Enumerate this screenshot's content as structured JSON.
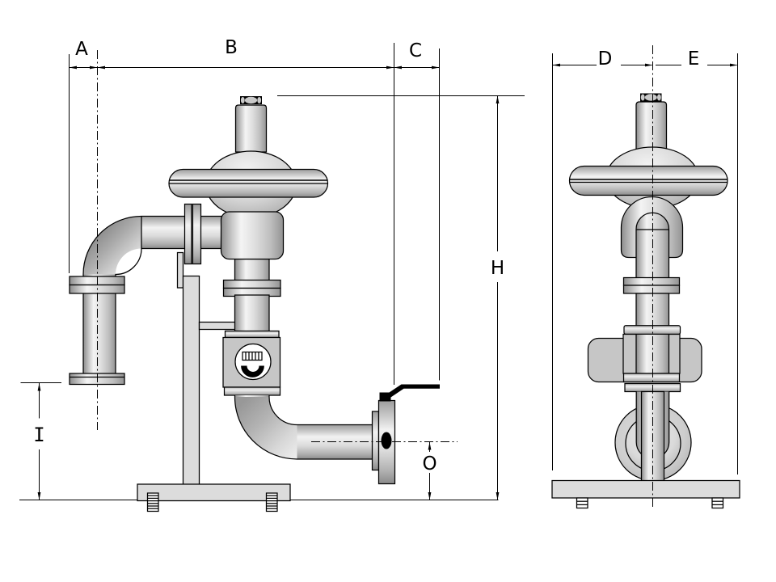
{
  "drawing": {
    "type": "technical-dimension-diagram",
    "subject": "gas pressure regulator and meter assembly on stand, two orthographic views",
    "colors": {
      "background": "#ffffff",
      "line": "#000000",
      "panel_gray": "#dcdcdc",
      "box_gray": "#c6c6c6",
      "metal_dark": "#8e8e8e",
      "metal_light": "#f3f3f3"
    },
    "front_view": {
      "dimensions": {
        "a": "A",
        "b": "B",
        "c": "C",
        "h": "H",
        "i": "I",
        "o": "O"
      }
    },
    "side_view": {
      "dimensions": {
        "d": "D",
        "e": "E"
      }
    }
  }
}
